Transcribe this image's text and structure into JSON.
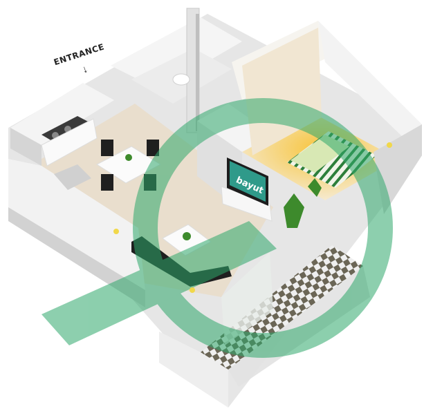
{
  "entrance": {
    "label": "ENTRANCE",
    "arrow_icon": "arrow-down-icon"
  },
  "tv": {
    "brand": "bayut"
  },
  "watermark": {
    "icon": "bayut-logo-watermark",
    "color": "#2fa86b"
  },
  "colors": {
    "wall_top": "#f4f4f4",
    "wall_side": "#d8d8d8",
    "floor": "#e8ddcd",
    "bedroom_glow": "#f2c25a",
    "balcony_dark": "#6b6656",
    "balcony_light": "#eeeeee",
    "sofa": "#1f1f1f",
    "bed_stripe": "#2d7f3b",
    "plant": "#3d8a2c"
  }
}
